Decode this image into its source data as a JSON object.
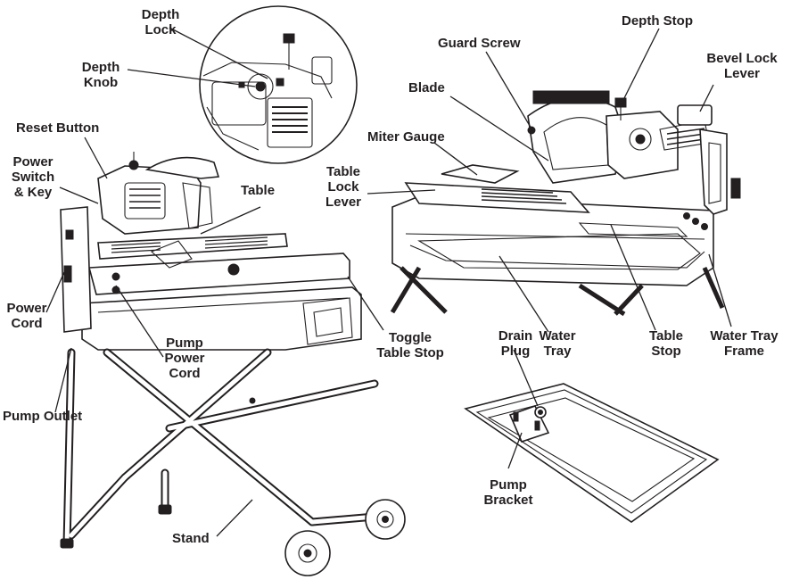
{
  "labels": {
    "depth_lock": "Depth\nLock",
    "depth_knob": "Depth\nKnob",
    "reset_button": "Reset Button",
    "power_switch_key": "Power\nSwitch\n& Key",
    "table": "Table",
    "power_cord": "Power\nCord",
    "pump_power_cord": "Pump\nPower\nCord",
    "pump_outlet": "Pump Outlet",
    "stand": "Stand",
    "toggle_table_stop": "Toggle\nTable Stop",
    "depth_stop": "Depth Stop",
    "guard_screw": "Guard Screw",
    "bevel_lock_lever": "Bevel Lock\nLever",
    "blade": "Blade",
    "miter_gauge": "Miter Gauge",
    "table_lock_lever": "Table\nLock\nLever",
    "water_tray": "Water\nTray",
    "table_stop": "Table\nStop",
    "water_tray_frame": "Water Tray\nFrame",
    "drain_plug": "Drain\nPlug",
    "pump_bracket": "Pump\nBracket"
  },
  "colors": {
    "ink": "#231f20",
    "background": "#ffffff",
    "shade": "#9a9a9a"
  }
}
